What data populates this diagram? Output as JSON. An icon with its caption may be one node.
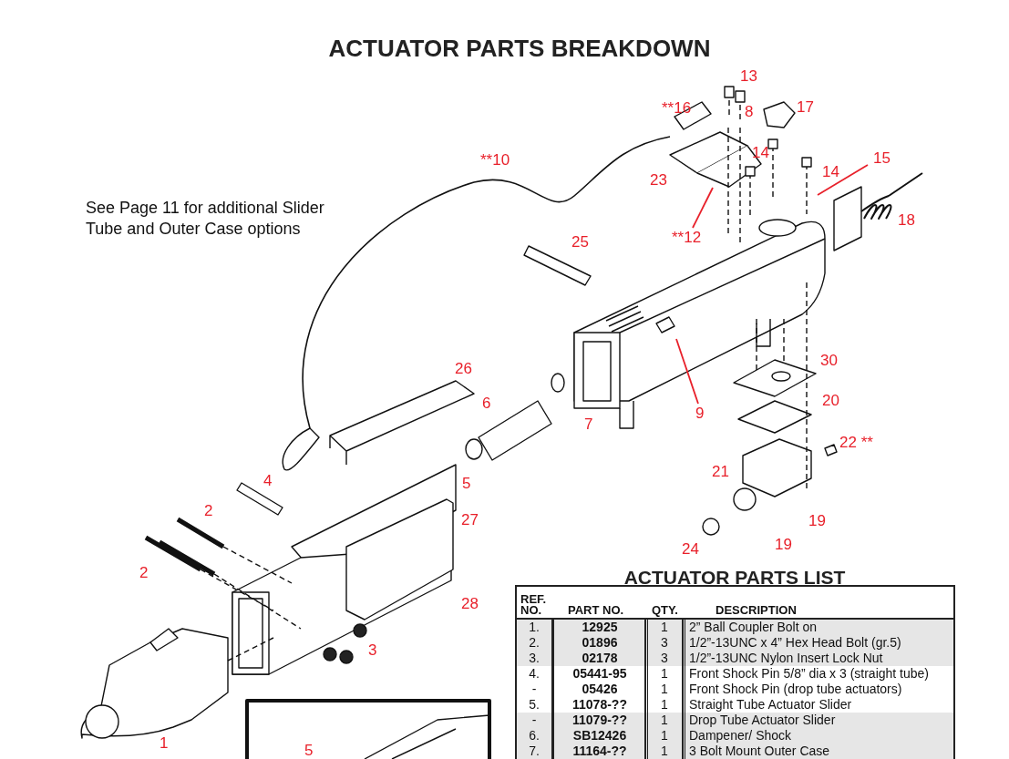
{
  "diagram": {
    "title": "ACTUATOR PARTS BREAKDOWN",
    "nodes": [
      {
        "text": [
          "15"
        ]
      },
      {
        "text": [
          "**12"
        ]
      },
      {
        "text": [
          "9"
        ]
      }
    ],
    "edges": [
      {
        "from": 0,
        "to": null,
        "arrow": "none",
        "color": "#e8202a"
      },
      {
        "from": 1,
        "to": null,
        "arrow": "none",
        "color": "#e8202a"
      },
      {
        "from": 2,
        "to": null,
        "arrow": "none",
        "color": "#e8202a"
      }
    ],
    "labels": [
      "13",
      "**16",
      "8",
      "17",
      "14",
      "**10",
      "14",
      "23",
      "See Page 11 for additional Slider Tube and Outer Case options",
      "18",
      "25",
      "26",
      "30",
      "6",
      "20",
      "7",
      "22 **",
      "21",
      "4",
      "5",
      "2",
      "27",
      "19",
      "19",
      "24",
      "2",
      "28",
      "3",
      "1",
      "5",
      "ACTUATOR PARTS LIST",
      "REF. NO.",
      "PART NO.",
      "QTY.",
      "DESCRIPTION",
      "1.",
      "12925",
      "1",
      "2” Ball Coupler Bolt on",
      "2.",
      "01896",
      "3",
      "1/2”-13UNC x 4” Hex Head Bolt (gr.5)",
      "3.",
      "02178",
      "3",
      "1/2”-13UNC Nylon Insert Lock Nut",
      "4.",
      "05441-95",
      "1",
      "Front Shock Pin 5/8” dia x 3 (straight tube)",
      "-",
      "05426",
      "1",
      "Front Shock Pin (drop tube actuators)",
      "5.",
      "11078-??",
      "1",
      "Straight Tube Actuator Slider",
      "-",
      "11079-??",
      "1",
      "Drop Tube Actuator Slider",
      "6.",
      "SB12426",
      "1",
      "Dampener/ Shock",
      "7.",
      "11164-??",
      "1",
      "3 Bolt Mount Outer Case"
    ]
  }
}
